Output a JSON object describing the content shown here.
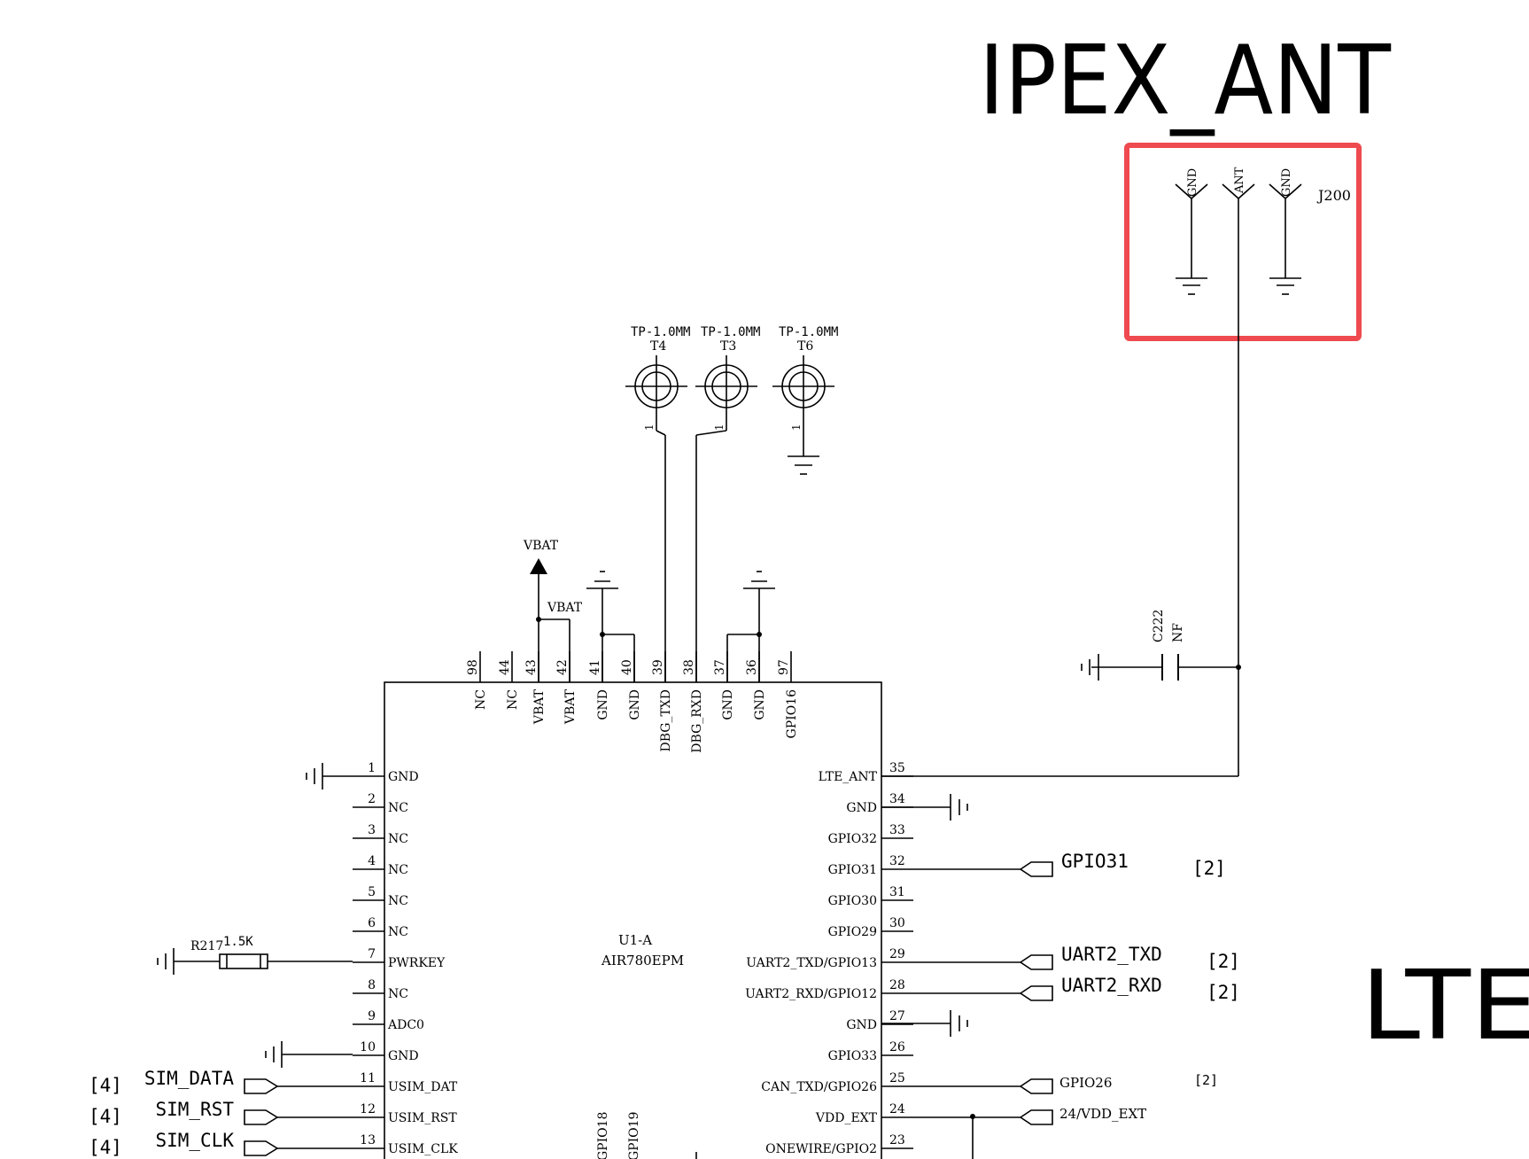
{
  "sheet": {
    "title_ipex": "IPEX_ANT",
    "title_lte": "LTE"
  },
  "connector": {
    "ref": "J200",
    "pins": [
      "GND",
      "ANT",
      "GND"
    ]
  },
  "capacitor": {
    "ref": "C222",
    "value": "NF"
  },
  "testpoints": [
    {
      "type": "TP-1.0MM",
      "ref": "T4",
      "pin": "1"
    },
    {
      "type": "TP-1.0MM",
      "ref": "T3",
      "pin": "1"
    },
    {
      "type": "TP-1.0MM",
      "ref": "T6",
      "pin": "1"
    }
  ],
  "power": {
    "vbat_symbol": "VBAT",
    "vbat_net": "VBAT"
  },
  "resistor": {
    "ref": "R217",
    "value": "1.5K"
  },
  "module": {
    "ref": "U1-A",
    "part": "AIR780EPM",
    "top_pins": [
      {
        "num": "98",
        "name": "NC"
      },
      {
        "num": "44",
        "name": "NC"
      },
      {
        "num": "43",
        "name": "VBAT"
      },
      {
        "num": "42",
        "name": "VBAT"
      },
      {
        "num": "41",
        "name": "GND"
      },
      {
        "num": "40",
        "name": "GND"
      },
      {
        "num": "39",
        "name": "DBG_TXD"
      },
      {
        "num": "38",
        "name": "DBG_RXD"
      },
      {
        "num": "37",
        "name": "GND"
      },
      {
        "num": "36",
        "name": "GND"
      },
      {
        "num": "97",
        "name": "GPIO16"
      }
    ],
    "left_pins": [
      {
        "num": "1",
        "name": "GND"
      },
      {
        "num": "2",
        "name": "NC"
      },
      {
        "num": "3",
        "name": "NC"
      },
      {
        "num": "4",
        "name": "NC"
      },
      {
        "num": "5",
        "name": "NC"
      },
      {
        "num": "6",
        "name": "NC"
      },
      {
        "num": "7",
        "name": "PWRKEY"
      },
      {
        "num": "8",
        "name": "NC"
      },
      {
        "num": "9",
        "name": "ADC0"
      },
      {
        "num": "10",
        "name": "GND"
      },
      {
        "num": "11",
        "name": "USIM_DAT"
      },
      {
        "num": "12",
        "name": "USIM_RST"
      },
      {
        "num": "13",
        "name": "USIM_CLK"
      }
    ],
    "right_pins": [
      {
        "num": "35",
        "name": "LTE_ANT"
      },
      {
        "num": "34",
        "name": "GND"
      },
      {
        "num": "33",
        "name": "GPIO32"
      },
      {
        "num": "32",
        "name": "GPIO31"
      },
      {
        "num": "31",
        "name": "GPIO30"
      },
      {
        "num": "30",
        "name": "GPIO29"
      },
      {
        "num": "29",
        "name": "UART2_TXD/GPIO13"
      },
      {
        "num": "28",
        "name": "UART2_RXD/GPIO12"
      },
      {
        "num": "27",
        "name": "GND"
      },
      {
        "num": "26",
        "name": "GPIO33"
      },
      {
        "num": "25",
        "name": "CAN_TXD/GPIO26"
      },
      {
        "num": "24",
        "name": "VDD_EXT"
      },
      {
        "num": "23",
        "name": "ONEWIRE/GPIO2"
      }
    ],
    "bottom_partial": [
      "GPIO18",
      "GPIO19"
    ]
  },
  "right_ports": [
    {
      "label": "GPIO31",
      "ref": "[2]"
    },
    {
      "label": "UART2_TXD",
      "ref": "[2]"
    },
    {
      "label": "UART2_RXD",
      "ref": "[2]"
    },
    {
      "label": "GPIO26",
      "ref": "[2]"
    },
    {
      "label": "24/VDD_EXT",
      "ref": ""
    }
  ],
  "left_ports": [
    {
      "label": "SIM_DATA",
      "ref": "[4]"
    },
    {
      "label": "SIM_RST",
      "ref": "[4]"
    },
    {
      "label": "SIM_CLK",
      "ref": "[4]"
    }
  ],
  "colors": {
    "wire": "#000000",
    "highlight": "#ee4a4f",
    "background": "#ffffff"
  }
}
